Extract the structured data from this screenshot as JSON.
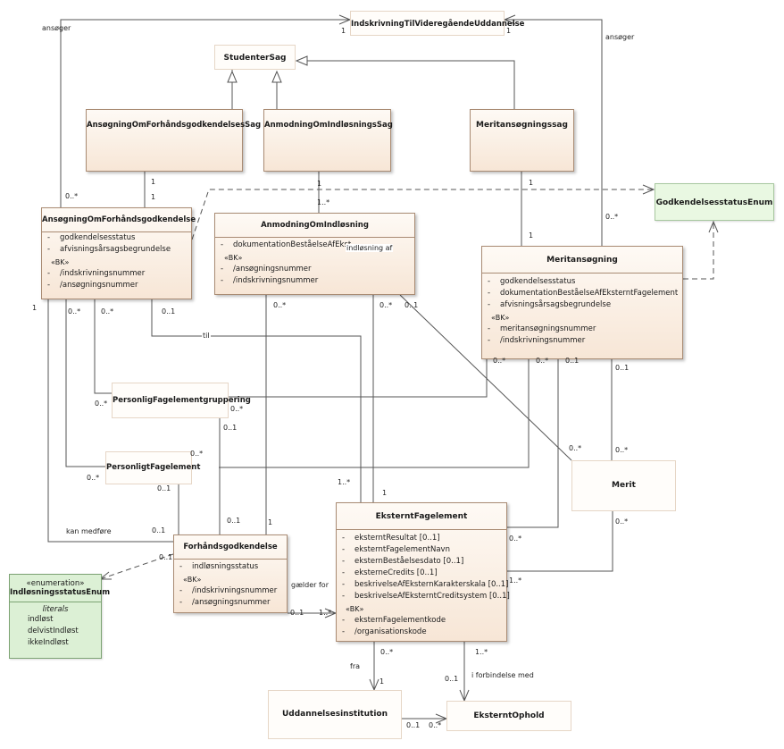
{
  "classes": {
    "indskrivning": {
      "name": "IndskrivningTilVideregåendeUddannelse"
    },
    "studentersag": {
      "name": "StudenterSag"
    },
    "ansoeg_sag": {
      "name": "AnsøgningOmForhåndsgodkendelsesSag"
    },
    "anmod_sag": {
      "name": "AnmodningOmIndløsningsSag"
    },
    "merit_sag": {
      "name": "Meritansøgningssag"
    },
    "godk_enum": {
      "name": "GodkendelsesstatusEnum"
    },
    "ansoeg": {
      "name": "AnsøgningOmForhåndsgodkendelse",
      "attrs": [
        "godkendelsesstatus",
        "afvisningsårsagsbegrundelse"
      ],
      "bk": "«BK»",
      "bk_attrs": [
        "/indskrivningsnummer",
        "/ansøgningsnummer"
      ]
    },
    "anmod": {
      "name": "AnmodningOmIndløsning",
      "attrs": [
        "dokumentationBeståelseAfEkst"
      ],
      "bk": "«BK»",
      "bk_attrs": [
        "/ansøgningsnummer",
        "/indskrivningsnummer"
      ]
    },
    "meritans": {
      "name": "Meritansøgning",
      "attrs": [
        "godkendelsesstatus",
        "dokumentationBeståelseAfEksterntFagelement",
        "afvisningsårsagsbegrundelse"
      ],
      "bk": "«BK»",
      "bk_attrs": [
        "meritansøgningsnummer",
        "/indskrivningsnummer"
      ]
    },
    "pers_grp": {
      "name": "PersonligFagelementgruppering"
    },
    "pers_fag": {
      "name": "PersonligtFagelement"
    },
    "merit": {
      "name": "Merit"
    },
    "ekstern": {
      "name": "EksterntFagelement",
      "attrs": [
        "eksterntResultat [0..1]",
        "eksterntFagelementNavn",
        "eksternBeståelsesdato [0..1]",
        "eksterneCredits [0..1]",
        "beskrivelseAfEksternKarakterskala [0..1]",
        "beskrivelseAfEksterntCreditsystem [0..1]"
      ],
      "bk": "«BK»",
      "bk_attrs": [
        "eksternFagelementkode",
        "/organisationskode"
      ]
    },
    "forhaand": {
      "name": "Forhåndsgodkendelse",
      "attrs": [
        "indløsningsstatus"
      ],
      "bk": "«BK»",
      "bk_attrs": [
        "/indskrivningsnummer",
        "/ansøgningsnummer"
      ]
    },
    "indl_enum": {
      "stereotype": "«enumeration»",
      "name": "IndløsningsstatusEnum",
      "section": "literals",
      "literals": [
        "indløst",
        "delvistIndløst",
        "ikkeIndløst"
      ]
    },
    "uddannelse": {
      "name": "Uddannelsesinstitution"
    },
    "ophold": {
      "name": "EksterntOphold"
    }
  },
  "labels": {
    "ansoger_left": "ansøger",
    "ansoger_right": "ansøger",
    "m1_top_left": "1",
    "m1_top_right": "1",
    "m_ansoeg_sag_1": "1",
    "m_ansoeg_1": "1",
    "m_ansoeg_0n": "0..*",
    "m_anmod_sag_1": "1",
    "m_anmod_1n": "1..*",
    "m_merit_sag_1": "1",
    "m_meritans_1": "1",
    "m_meritans_0n_top": "0..*",
    "indlosning_af": "indløsning af",
    "m_left_1": "1",
    "m_ansoeg_b1": "0..*",
    "m_ansoeg_b2": "0..*",
    "m_ansoeg_b3": "0..1",
    "til": "til",
    "m_anmod_b1": "0..*",
    "m_anmod_b2": "0..*",
    "m_anmod_b3": "0..1",
    "m_grp_left": "0..*",
    "m_grp_right": "0..*",
    "m_grp_bottom": "0..1",
    "m_fag_left": "0..*",
    "m_fag_right": "0..*",
    "m_fag_bottom": "0..1",
    "m_meritans_b1": "0..*",
    "m_meritans_b2": "0..*",
    "m_meritans_b3": "0..1",
    "m_meritans_b4": "0..1",
    "m_merit_top1": "0..*",
    "m_merit_top2": "0..*",
    "m_merit_bottom": "0..*",
    "kan_medfore": "kan medføre",
    "m_forh_left": "0..1",
    "m_forh_left2": "0..1",
    "m_forh_top1": "0..1",
    "m_forh_top2": "1",
    "m_ekst_top1": "1..*",
    "m_ekst_top2": "1",
    "m_ekst_right1": "0..*",
    "m_ekst_right2": "1..*",
    "galder_for": "gælder for",
    "m_galder_01": "0..1",
    "m_galder_1n": "1..*",
    "fra": "fra",
    "m_fra_0n": "0..*",
    "m_fra_1": "1",
    "i_forbindelse": "i forbindelse med",
    "m_ifb_1n": "1..*",
    "m_ifb_01": "0..1",
    "m_udd_01": "0..1",
    "m_udd_0n": "0..*"
  }
}
